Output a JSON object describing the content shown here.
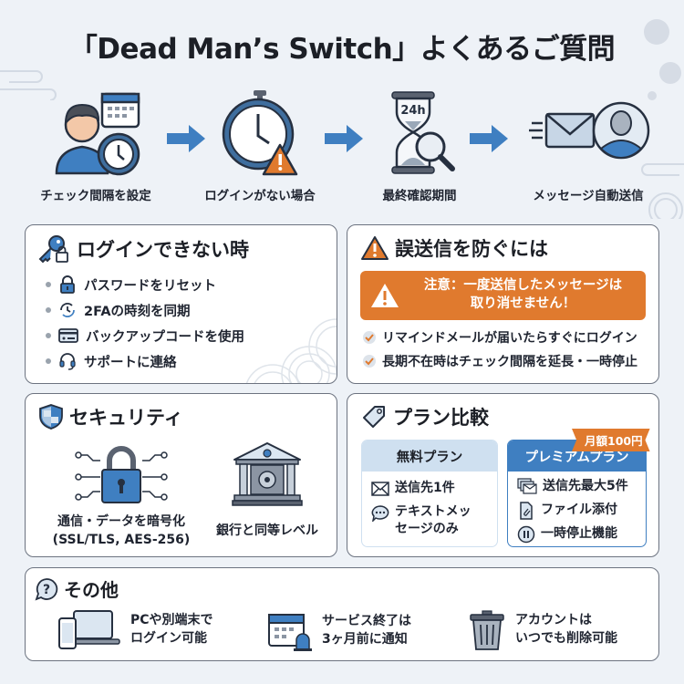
{
  "title": "「Dead Man’s Switch」よくあるご質問",
  "flow": {
    "steps": [
      {
        "label": "チェック間隔を設定",
        "icon": "person-calendar-clock-icon"
      },
      {
        "label": "ログインがない場合",
        "icon": "stopwatch-warning-icon"
      },
      {
        "label": "最終確認期間",
        "icon": "hourglass-24h-icon",
        "badge": "24h"
      },
      {
        "label": "メッセージ自動送信",
        "icon": "envelope-user-icon"
      }
    ],
    "arrow_icon": "arrow-right-icon"
  },
  "cards": {
    "login": {
      "title": "ログインできない時",
      "icon": "key-lock-icon",
      "items": [
        {
          "label": "パスワードをリセット",
          "icon": "padlock-icon"
        },
        {
          "label": "2FAの時刻を同期",
          "icon": "clock-sync-icon"
        },
        {
          "label": "バックアップコードを使用",
          "icon": "card-icon"
        },
        {
          "label": "サポートに連絡",
          "icon": "headset-icon"
        }
      ]
    },
    "prevent": {
      "title": "誤送信を防ぐには",
      "icon": "warning-icon",
      "alert_line1": "注意：一度送信したメッセージは",
      "alert_line2": "取り消せません！",
      "items": [
        {
          "label": "リマインドメールが届いたらすぐにログイン",
          "icon": "check-icon"
        },
        {
          "label": "長期不在時はチェック間隔を延長・一時停止",
          "icon": "check-icon"
        }
      ]
    },
    "security": {
      "title": "セキュリティ",
      "icon": "shield-icon",
      "items": [
        {
          "line1": "通信・データを暗号化",
          "line2": "(SSL/TLS, AES-256)",
          "icon": "circuit-lock-icon"
        },
        {
          "line1": "銀行と同等レベル",
          "icon": "bank-vault-icon"
        }
      ]
    },
    "plans": {
      "title": "プラン比較",
      "icon": "tag-icon",
      "free": {
        "name": "無料プラン",
        "items": [
          {
            "label": "送信先1件",
            "icon": "envelope-icon"
          },
          {
            "label": "テキストメッ",
            "label2": "セージのみ",
            "icon": "chat-bubble-icon"
          }
        ]
      },
      "premium": {
        "name": "プレミアムプラン",
        "price_badge": "月額100円",
        "items": [
          {
            "label": "送信先最大5件",
            "icon": "multi-envelope-icon"
          },
          {
            "label": "ファイル添付",
            "icon": "attachment-icon"
          },
          {
            "label": "一時停止機能",
            "icon": "pause-icon"
          }
        ]
      }
    },
    "other": {
      "title": "その他",
      "icon": "question-bubble-icon",
      "items": [
        {
          "line1": "PCや別端末で",
          "line2": "ログイン可能",
          "icon": "devices-icon"
        },
        {
          "line1": "サービス終了は",
          "line2": "3ヶ月前に通知",
          "icon": "calendar-bell-icon"
        },
        {
          "line1": "アカウントは",
          "line2": "いつでも削除可能",
          "icon": "trash-icon"
        }
      ]
    }
  },
  "colors": {
    "accent_blue": "#3f7fc1",
    "accent_orange": "#e07a2e",
    "background": "#eef2f7",
    "free_header": "#cfe0f0",
    "premium_header": "#3f7fc1"
  }
}
